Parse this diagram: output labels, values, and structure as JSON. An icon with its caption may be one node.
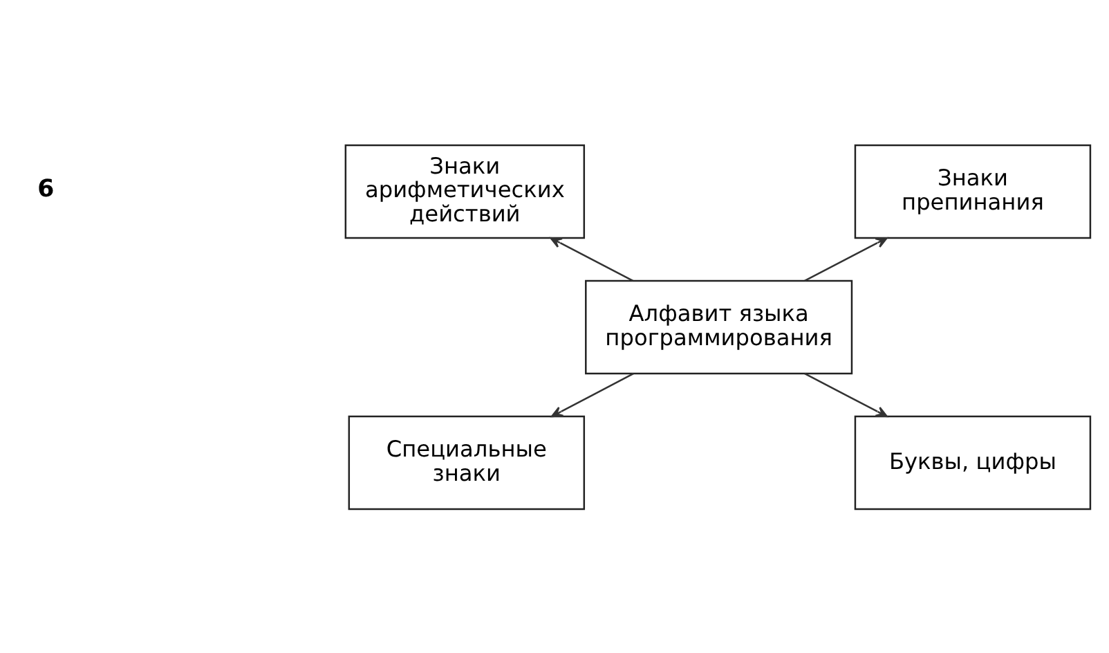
{
  "diagram": {
    "nodes": [
      {
        "text": [
          "Знаки арифметических действий"
        ]
      },
      {
        "text": [
          "Знаки препинания"
        ]
      },
      {
        "text": [
          "Алфавит языка программирования"
        ]
      },
      {
        "text": [
          "Специальные знаки"
        ]
      },
      {
        "text": [
          "Буквы, цифры"
        ]
      }
    ],
    "edges": [
      {
        "from": 2,
        "to": 0,
        "arrow": "to"
      },
      {
        "from": 2,
        "to": 1,
        "arrow": "to"
      },
      {
        "from": 2,
        "to": 3,
        "arrow": "to"
      },
      {
        "from": 2,
        "to": 4,
        "arrow": "to"
      }
    ],
    "labels": [
      "6"
    ]
  }
}
